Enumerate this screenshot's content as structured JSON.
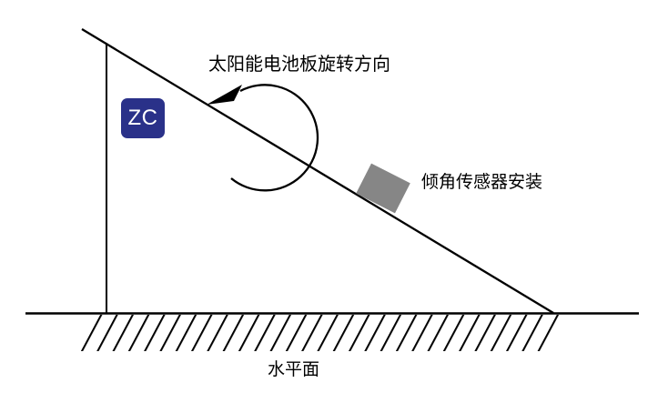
{
  "diagram": {
    "rotation_label": "太阳能电池板旋转方向",
    "sensor_label": "倾角传感器安装",
    "ground_label": "水平面",
    "zc_badge_text": "ZC"
  },
  "colors": {
    "line": "#000000",
    "text": "#000000",
    "badge_background": "#2A3189",
    "badge_text": "#ffffff",
    "sensor_gray": "#868686",
    "background": "#ffffff"
  }
}
